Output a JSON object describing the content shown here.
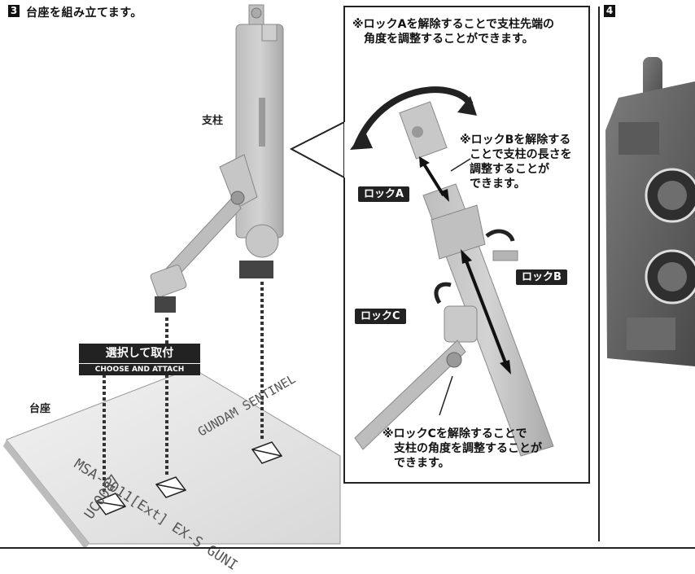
{
  "step3": {
    "number": "3",
    "title": "台座を組み立てます。",
    "label_pillar": "支柱",
    "label_base": "台座",
    "choose_jp": "選択して取付",
    "choose_en": "CHOOSE AND ATTACH",
    "detail": {
      "note_a_line1": "※ロックAを解除することで支柱先端の",
      "note_a_line2": "角度を調整することができます。",
      "note_b_line1": "※ロックBを解除する",
      "note_b_line2": "ことで支柱の長さを",
      "note_b_line3": "調整することが",
      "note_b_line4": "できます。",
      "note_c_line1": "※ロックCを解除することで",
      "note_c_line2": "支柱の角度を調整することが",
      "note_c_line3": "できます。",
      "lock_a": "ロックA",
      "lock_b": "ロックB",
      "lock_c": "ロックC"
    },
    "base_print": {
      "line1": "MSA-0011[Ext] EX-S GUNI",
      "line2": "GUNDAM SENTINEL",
      "line3": "UC0087"
    }
  },
  "step4": {
    "number": "4"
  }
}
